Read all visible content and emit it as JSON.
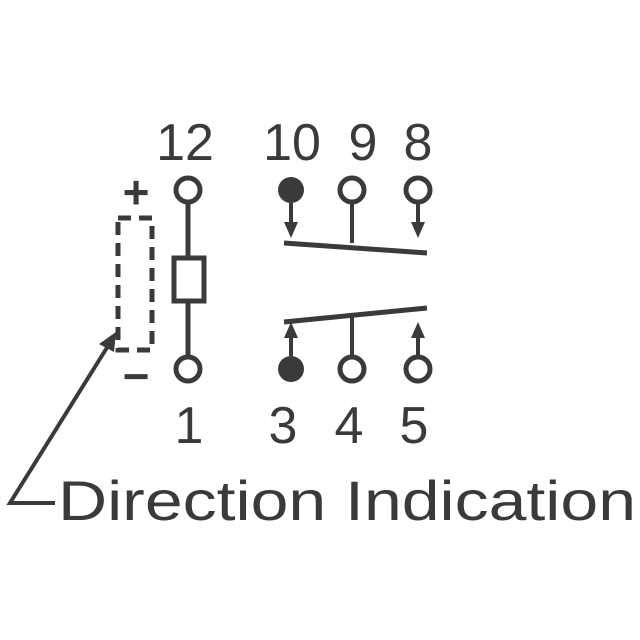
{
  "diagram": {
    "type": "relay-pinout",
    "colors": {
      "ink": "#3a3a3a",
      "background": "#ffffff"
    },
    "top_pins": [
      "12",
      "10",
      "9",
      "8"
    ],
    "bottom_pins": [
      "1",
      "3",
      "4",
      "5"
    ],
    "polarity": {
      "plus": "+",
      "minus": "−"
    },
    "caption": "Direction Indication",
    "indicated_terminals": [
      "10",
      "3"
    ]
  }
}
